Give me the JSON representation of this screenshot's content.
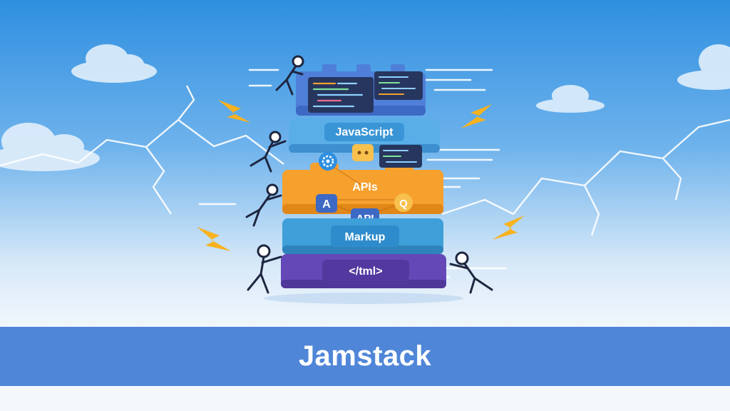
{
  "layers": {
    "javascript_label": "JavaScript",
    "apis_label": "APIs",
    "api_badge": "API",
    "markup_label": "Markup",
    "html_tag": "</tml>"
  },
  "badges": {
    "a_letter": "A",
    "q_letter": "Q"
  },
  "banner": {
    "title": "Jamstack"
  },
  "colors": {
    "sky_top": "#2f8fe0",
    "sky_bottom": "#f2f7fd",
    "code_block": "#4f7fd9",
    "javascript_layer": "#5aaee8",
    "apis_layer": "#f6a02e",
    "markup_layer": "#3f9fd8",
    "html_layer": "#6448b8",
    "lightning": "#f7b21f",
    "title_band": "#4f86d8"
  },
  "icons": [
    "cloud-icon",
    "lightning-bolt-icon",
    "robot-figure-icon",
    "code-window-icon",
    "gear-icon",
    "chat-bubble-icon"
  ]
}
